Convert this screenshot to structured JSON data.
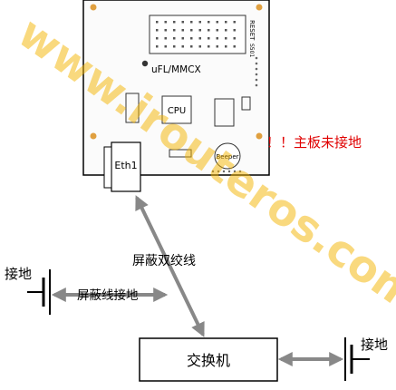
{
  "board": {
    "antenna_label": "uFL/MMCX",
    "cpu_label": "CPU",
    "beeper_label": "Beeper",
    "eth_label": "Eth1",
    "reset_label": "RESET",
    "s_label": "S501"
  },
  "warning": {
    "text": "！！主板未接地"
  },
  "cable": {
    "label": "屏蔽双绞线"
  },
  "left_ground": {
    "label": "接地",
    "wire_label": "屏蔽线接地"
  },
  "switch": {
    "label": "交换机"
  },
  "right_ground": {
    "label": "接地"
  },
  "watermark": {
    "text": "www.irouteros.com"
  },
  "colors": {
    "warning": "#e00000",
    "watermark": "#f5b400",
    "arrow": "#888888",
    "line": "#000000"
  }
}
